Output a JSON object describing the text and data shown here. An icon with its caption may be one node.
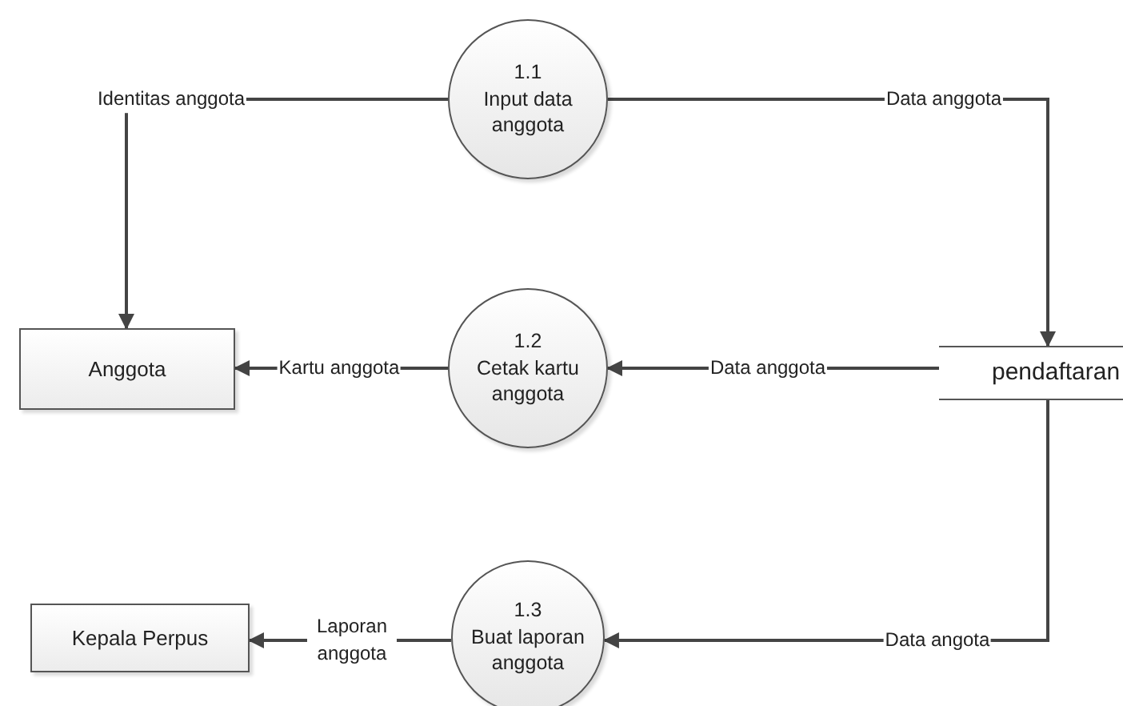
{
  "diagram": {
    "nodes": [
      {
        "text": [
          "1.1",
          "Input data anggota"
        ]
      },
      {
        "text": [
          "Anggota"
        ]
      },
      {
        "text": [
          "1.2",
          "Cetak kartu anggota"
        ]
      },
      {
        "text": [
          "pendaftaran"
        ]
      },
      {
        "text": [
          "Kepala Perpus"
        ]
      },
      {
        "text": [
          "1.3",
          "Buat laporan anggota"
        ]
      }
    ],
    "edges": [
      {
        "from": 0,
        "to": 1,
        "arrow": "to",
        "label": "Identitas anggota"
      },
      {
        "from": 0,
        "to": 3,
        "arrow": "to",
        "label": "Data anggota"
      },
      {
        "from": 3,
        "to": 2,
        "arrow": "to",
        "label": "Data anggota"
      },
      {
        "from": 2,
        "to": 1,
        "arrow": "to",
        "label": "Kartu anggota"
      },
      {
        "from": 3,
        "to": 5,
        "arrow": "to",
        "label": "Data angota"
      },
      {
        "from": 5,
        "to": 4,
        "arrow": "to",
        "label": "Laporan anggota"
      }
    ]
  }
}
